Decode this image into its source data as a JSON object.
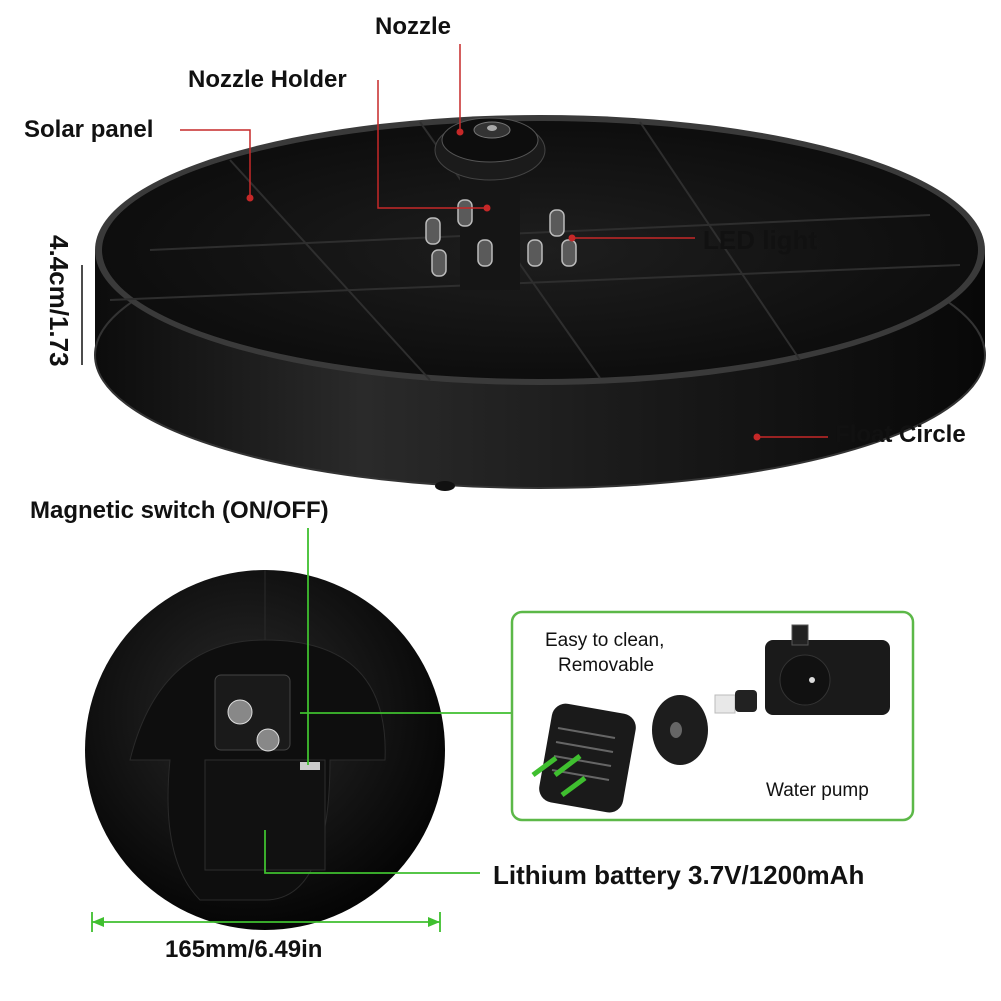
{
  "labels": {
    "nozzle": "Nozzle",
    "nozzle_holder": "Nozzle Holder",
    "solar_panel": "Solar panel",
    "led_light": "LED light",
    "float_circle": "Float Circle",
    "height": "4.4cm/1.73",
    "magnetic_switch": "Magnetic switch (ON/OFF)",
    "battery": "Lithium battery 3.7V/1200mAh",
    "diameter": "165mm/6.49in"
  },
  "pump_box": {
    "note": "Easy to clean,\nRemovable",
    "note_line1": "Easy to clean,",
    "note_line2": "Removable",
    "title": "Water pump"
  },
  "colors": {
    "callout_red": "#c62828",
    "callout_green": "#3fbf2f",
    "box_border": "#5cb848",
    "product": "#141414"
  }
}
